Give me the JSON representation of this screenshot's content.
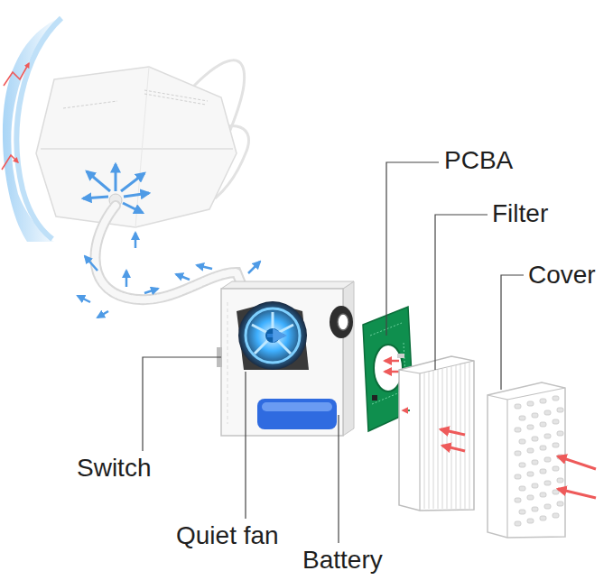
{
  "diagram": {
    "labels": [
      "PCBA",
      "Filter",
      "Cover",
      "Switch",
      "Quiet fan",
      "Battery"
    ]
  }
}
